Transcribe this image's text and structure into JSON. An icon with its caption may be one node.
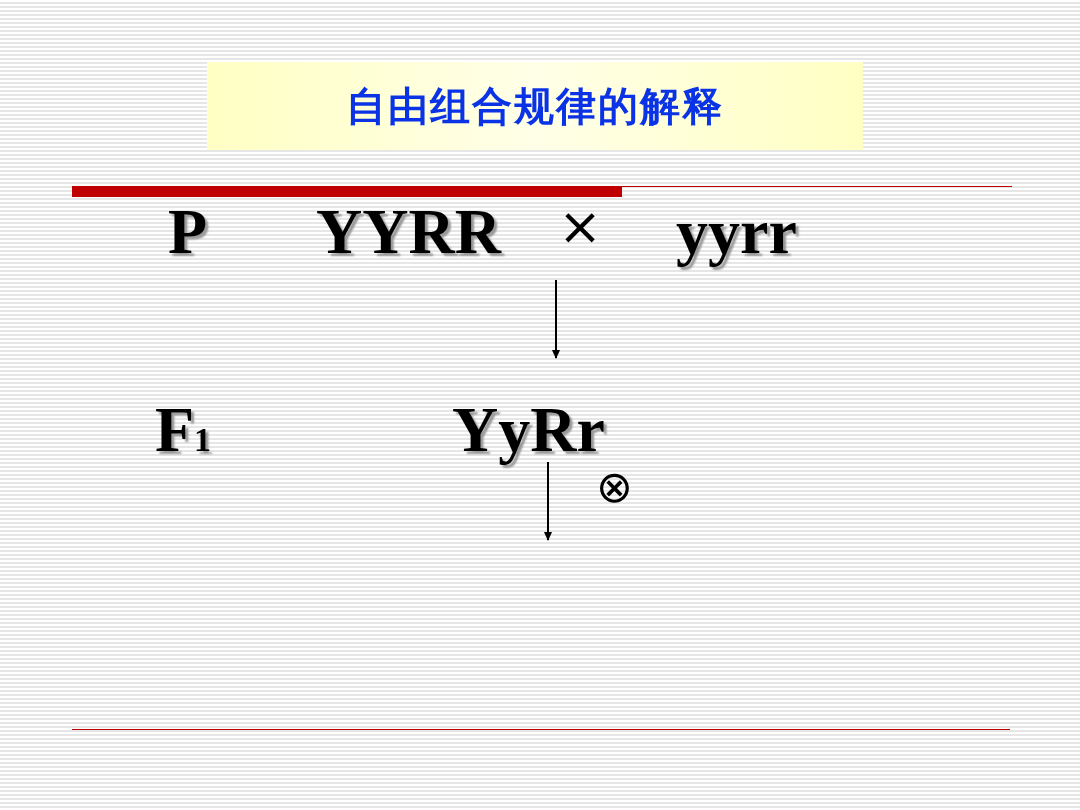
{
  "diagram": {
    "title": "自由组合规律的解释",
    "nodes": [
      {
        "text": [
          "YYRR"
        ]
      },
      {
        "text": [
          "×"
        ]
      },
      {
        "text": [
          "yyrr"
        ]
      },
      {
        "text": [
          "YyRr"
        ]
      }
    ],
    "edges": [
      {
        "from": 1,
        "to": 3,
        "arrow": "to"
      },
      {
        "from": 3,
        "to": null,
        "arrow": "to"
      }
    ],
    "labels": [
      "P",
      "F$_{1}$",
      "⊗"
    ]
  }
}
